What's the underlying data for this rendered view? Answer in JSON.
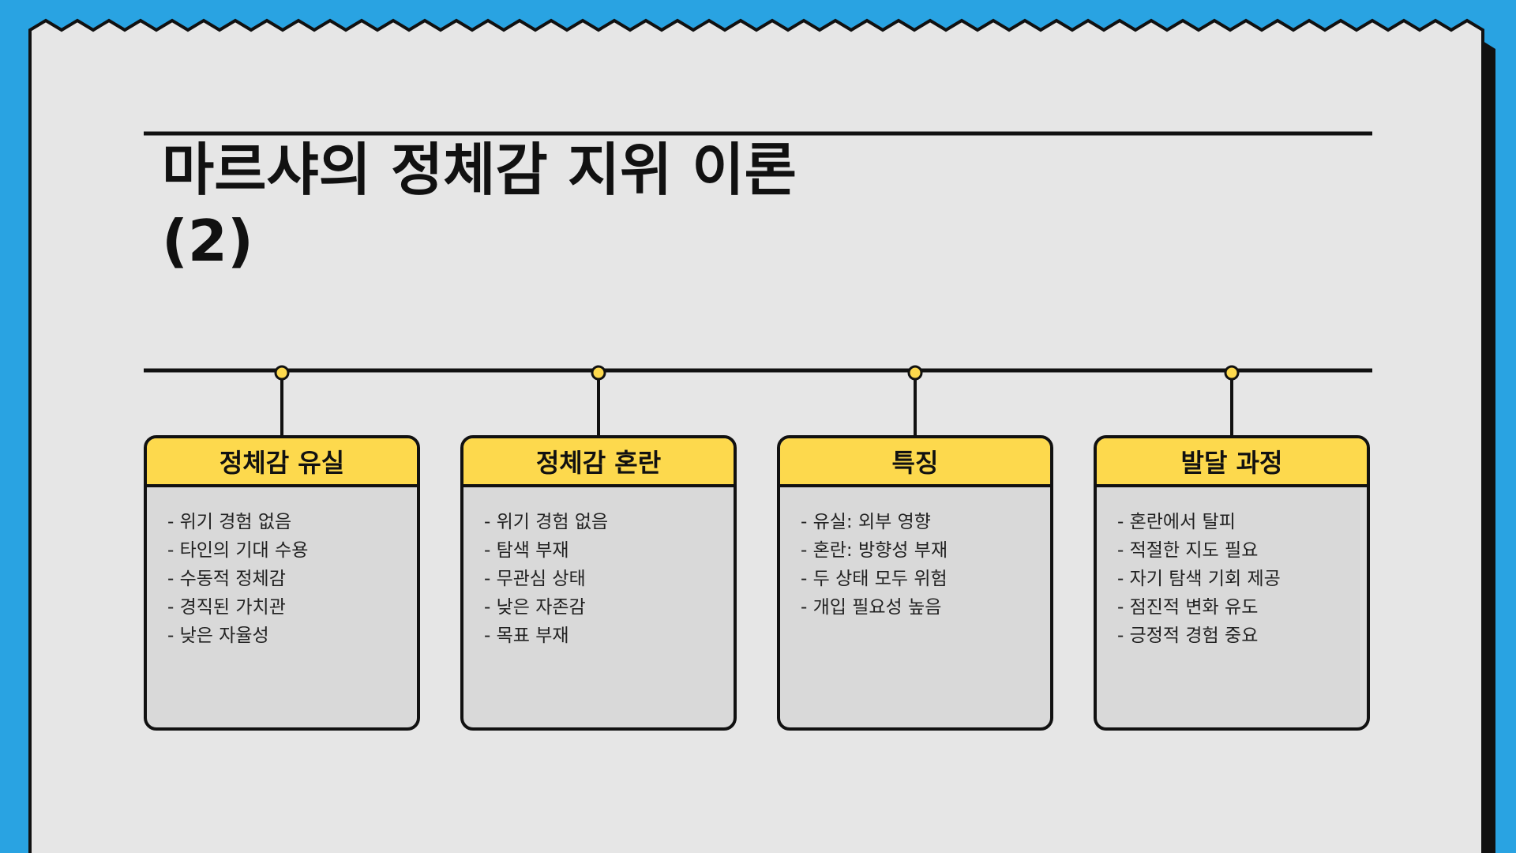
{
  "slide": {
    "title_line1": "마르샤의 정체감 지위 이론",
    "title_line2": "(2)"
  },
  "colors": {
    "background": "#29a3e2",
    "paper": "#e6e6e6",
    "accent_yellow": "#fdd94d",
    "card_body": "#d9d9d9",
    "line": "#111111"
  },
  "cards": [
    {
      "heading": "정체감 유실",
      "items": [
        "- 위기 경험 없음",
        "- 타인의 기대 수용",
        "- 수동적 정체감",
        "- 경직된 가치관",
        "- 낮은 자율성"
      ]
    },
    {
      "heading": "정체감 혼란",
      "items": [
        "- 위기 경험 없음",
        "- 탐색 부재",
        "- 무관심 상태",
        "- 낮은 자존감",
        "- 목표 부재"
      ]
    },
    {
      "heading": "특징",
      "items": [
        "- 유실: 외부 영향",
        "- 혼란: 방향성 부재",
        "- 두 상태 모두 위험",
        "- 개입 필요성 높음"
      ]
    },
    {
      "heading": "발달 과정",
      "items": [
        "- 혼란에서 탈피",
        "- 적절한 지도 필요",
        "- 자기 탐색 기회 제공",
        "- 점진적 변화 유도",
        "- 긍정적 경험 중요"
      ]
    }
  ]
}
